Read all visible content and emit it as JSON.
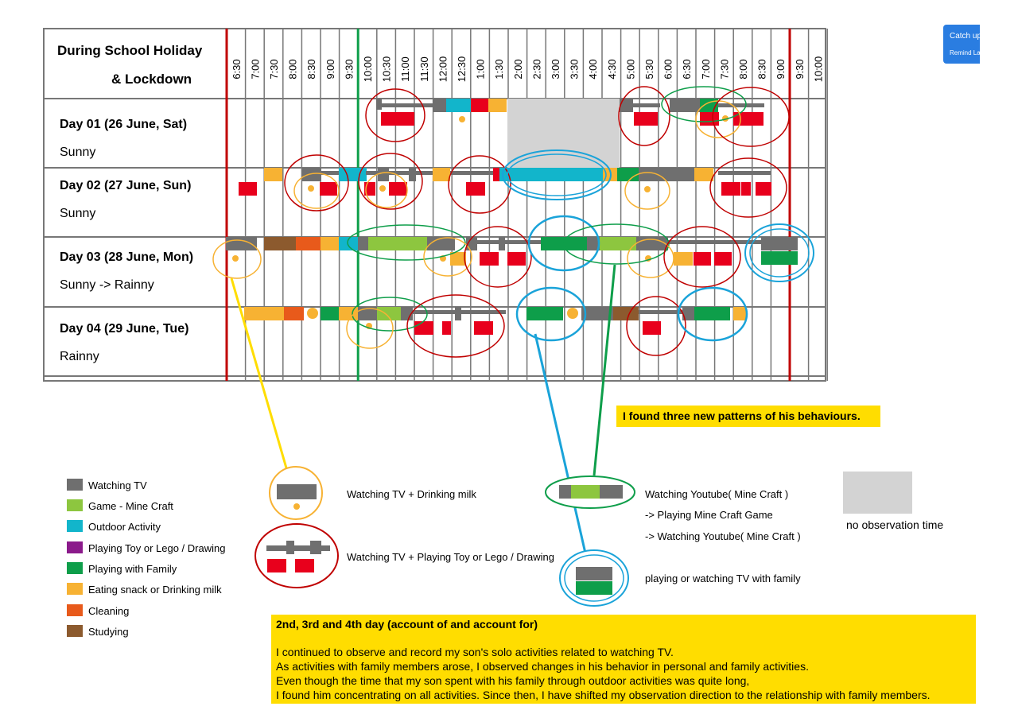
{
  "header": {
    "title_line1": "During School Holiday",
    "title_line2": "& Lockdown"
  },
  "times": [
    "6:30",
    "7:00",
    "7:30",
    "8:00",
    "8:30",
    "9:00",
    "9:30",
    "10:00",
    "10:30",
    "11:00",
    "11:30",
    "12:00",
    "12:30",
    "1:00",
    "1:30",
    "2:00",
    "2:30",
    "3:00",
    "3:30",
    "4:00",
    "4:30",
    "5:00",
    "5:30",
    "6:00",
    "6:30",
    "7:00",
    "7:30",
    "8:00",
    "8:30",
    "9:00",
    "9:30",
    "10:00"
  ],
  "days": [
    {
      "label": "Day 01 (26 June, Sat)",
      "weather": "Sunny"
    },
    {
      "label": "Day 02 (27 June, Sun)",
      "weather": "Sunny"
    },
    {
      "label": "Day 03 (28 June, Mon)",
      "weather": "Sunny -> Rainny"
    },
    {
      "label": "Day 04 (29 June, Tue)",
      "weather": "Rainny"
    }
  ],
  "colors": {
    "tv": "#6f6f6f",
    "game": "#8dc63f",
    "outdoor": "#12b5cb",
    "toy": "#8b1a8b",
    "family": "#0e9e4a",
    "snack": "#f7b233",
    "cleaning": "#e85a1b",
    "study": "#8c5a2e",
    "play_red": "#e8001c",
    "no_obs": "#d3d3d3",
    "highlight": "#ffdd00"
  },
  "legend": [
    {
      "label": "Watching TV",
      "color": "#6f6f6f"
    },
    {
      "label": "Game - Mine Craft",
      "color": "#8dc63f"
    },
    {
      "label": "Outdoor Activity",
      "color": "#12b5cb"
    },
    {
      "label": "Playing Toy or Lego / Drawing",
      "color": "#8b1a8b"
    },
    {
      "label": "Playing with Family",
      "color": "#0e9e4a"
    },
    {
      "label": "Eating snack or Drinking milk",
      "color": "#f7b233"
    },
    {
      "label": "Cleaning",
      "color": "#e85a1b"
    },
    {
      "label": "Studying",
      "color": "#8c5a2e"
    }
  ],
  "patterns": {
    "heading": "I found three new patterns of his behaviours.",
    "tv_milk": "Watching TV + Drinking milk",
    "tv_toy": "Watching TV + Playing Toy or Lego / Drawing",
    "youtube_line1": "Watching Youtube( Mine Craft )",
    "youtube_line2": "-> Playing Mine Craft Game",
    "youtube_line3": "-> Watching Youtube( Mine Craft )",
    "family_tv": "playing or watching TV with family",
    "no_observation": "no observation time"
  },
  "note": {
    "title": "2nd, 3rd and 4th day (account of and account for)",
    "lines": [
      "I continued to observe and record my son's solo activities related to watching TV.",
      "As activities with family members arose, I observed changes in his behavior in personal and family activities.",
      "Even though the time that my son spent with his family through outdoor activities was quite long,",
      "I found him concentrating on all activities. Since then, I have shifted my observation direction to the relationship with family members."
    ]
  },
  "popup": {
    "title": "Catch up",
    "action": "Remind La"
  }
}
